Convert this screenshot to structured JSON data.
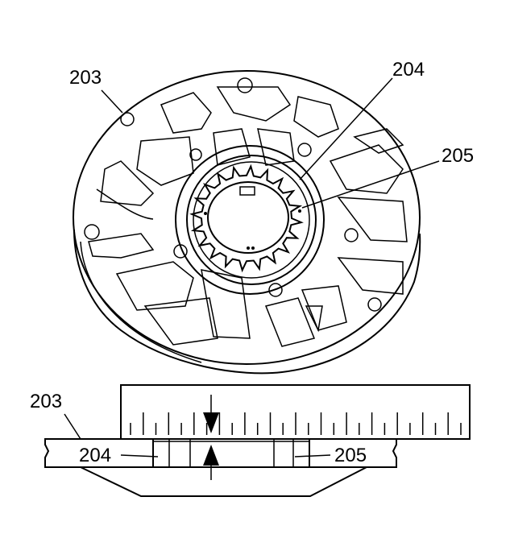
{
  "callouts": {
    "top_body": "203",
    "top_inner_gear": "204",
    "top_outer_gear": "205",
    "bottom_body": "203",
    "bottom_inner_gear": "204",
    "bottom_outer_gear": "205"
  },
  "colors": {
    "ink": "#000000",
    "paper": "#ffffff"
  },
  "ruler": {
    "tick_count": 14
  }
}
